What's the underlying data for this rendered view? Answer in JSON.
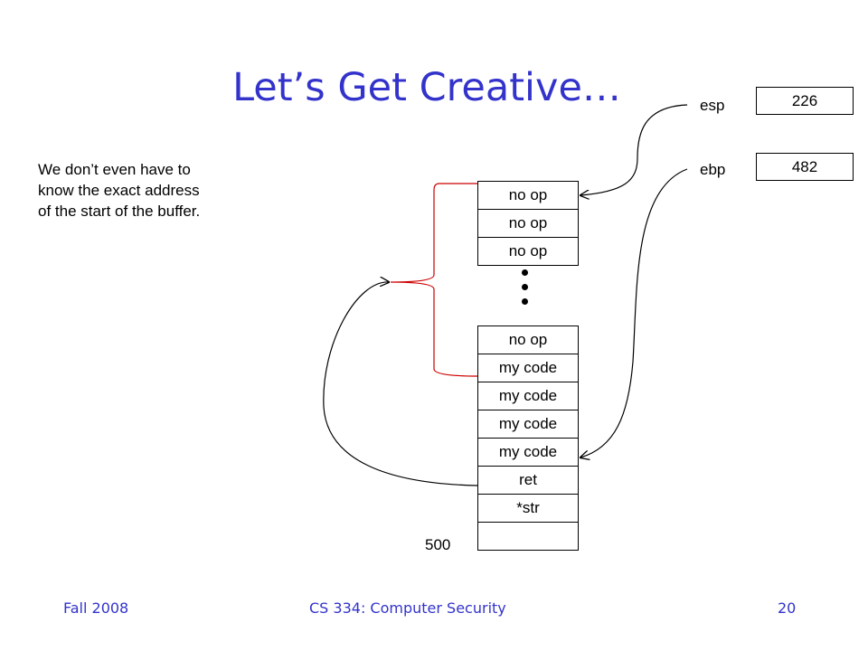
{
  "slide": {
    "title": "Let’s Get Creative…",
    "note_lines": [
      "We don’t even have to",
      "know the exact address",
      "of the start of the buffer."
    ]
  },
  "registers": [
    {
      "name": "esp",
      "value": "226"
    },
    {
      "name": "ebp",
      "value": "482"
    }
  ],
  "stack_top": [
    "no op",
    "no op",
    "no op"
  ],
  "stack_bottom": [
    "no op",
    "my code",
    "my code",
    "my code",
    "my code",
    "ret",
    "*str",
    ""
  ],
  "address_label": "500",
  "colors": {
    "title": "#3333cc",
    "brace": "#cc0000",
    "arrow": "#000000"
  },
  "footer": {
    "left": "Fall 2008",
    "center": "CS 334: Computer Security",
    "right": "20"
  }
}
